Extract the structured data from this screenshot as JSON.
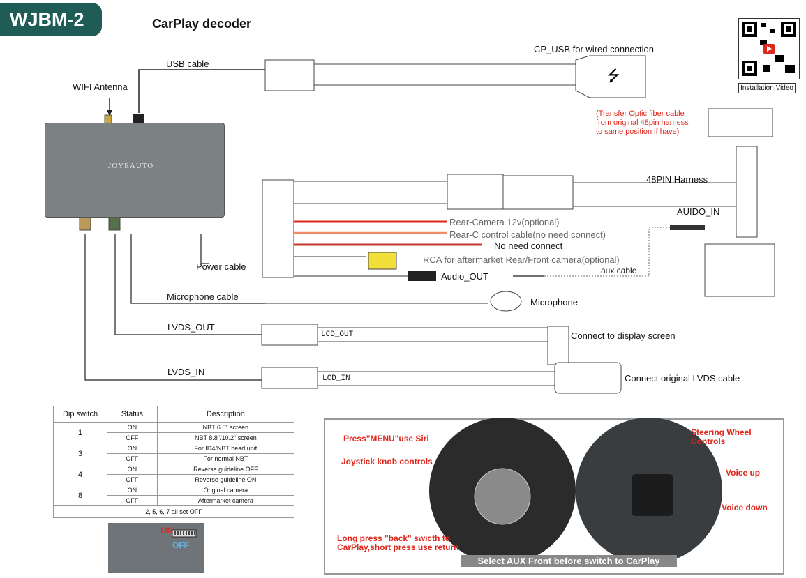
{
  "header": {
    "badge": "WJBM-2",
    "title": "CarPlay decoder"
  },
  "qr": {
    "caption": "Installation Video"
  },
  "decoder": {
    "brand": "JOYEAUTO"
  },
  "labels": {
    "usb_cable": "USB cable",
    "wifi_antenna": "WIFI Antenna",
    "cp_usb": "CP_USB for wired connection",
    "transfer_note": [
      "(Transfer Optic fiber cable",
      "from original 48pin harness",
      "to same position if have)"
    ],
    "harness_48pin": "48PIN Harness",
    "auido_in": "AUIDO_IN",
    "rear_camera": "Rear-Camera 12v(optional)",
    "rear_c_control": "Rear-C control cable(no need connect)",
    "no_need_connect": "No need connect",
    "rca": "RCA for aftermarket Rear/Front camera(optional)",
    "aux_cable": "aux cable",
    "audio_out": "Audio_OUT",
    "power_cable": "Power cable",
    "microphone_cable": "Microphone cable",
    "microphone": "Microphone",
    "lvds_out": "LVDS_OUT",
    "lcd_out": "LCD_OUT",
    "connect_display": "Connect to display screen",
    "lvds_in": "LVDS_IN",
    "lcd_in": "LCD_IN",
    "connect_original": "Connect original LVDS cable"
  },
  "dip_table": {
    "headers": [
      "Dip switch",
      "Status",
      "Description"
    ],
    "groups": [
      {
        "switch": "1",
        "rows": [
          {
            "status": "ON",
            "desc": "NBT 6.5\" screen"
          },
          {
            "status": "OFF",
            "desc": "NBT 8.8\"/10.2\" screen"
          }
        ]
      },
      {
        "switch": "3",
        "rows": [
          {
            "status": "ON",
            "desc": "For ID4/NBT head unit"
          },
          {
            "status": "OFF",
            "desc": "For normal NBT"
          }
        ]
      },
      {
        "switch": "4",
        "rows": [
          {
            "status": "ON",
            "desc": "Reverse guideline OFF"
          },
          {
            "status": "OFF",
            "desc": "Reverse guideline ON"
          }
        ]
      },
      {
        "switch": "8",
        "rows": [
          {
            "status": "ON",
            "desc": "Original camera"
          },
          {
            "status": "OFF",
            "desc": "Aftermarket camera"
          }
        ]
      }
    ],
    "footer": "2, 5, 6, 7 all set OFF"
  },
  "switch_photo": {
    "on": "ON",
    "off": "OFF"
  },
  "callouts": {
    "press_menu": "Press\"MENU\"use Siri",
    "joystick": "Joystick knob controls",
    "long_press": [
      "Long press \"back\" swicth to",
      "CarPlay,short press use return"
    ],
    "steering": [
      "Steering Wheel",
      "Controls"
    ],
    "voice_up": "Voice up",
    "voice_down": "Voice down"
  },
  "aux_banner": "Select AUX Front before switch to CarPlay",
  "colors": {
    "badge": "#1f5c56",
    "callout_red": "#e0261b",
    "decoder_grey": "#7c8184",
    "off_blue": "#5ab4e8"
  }
}
